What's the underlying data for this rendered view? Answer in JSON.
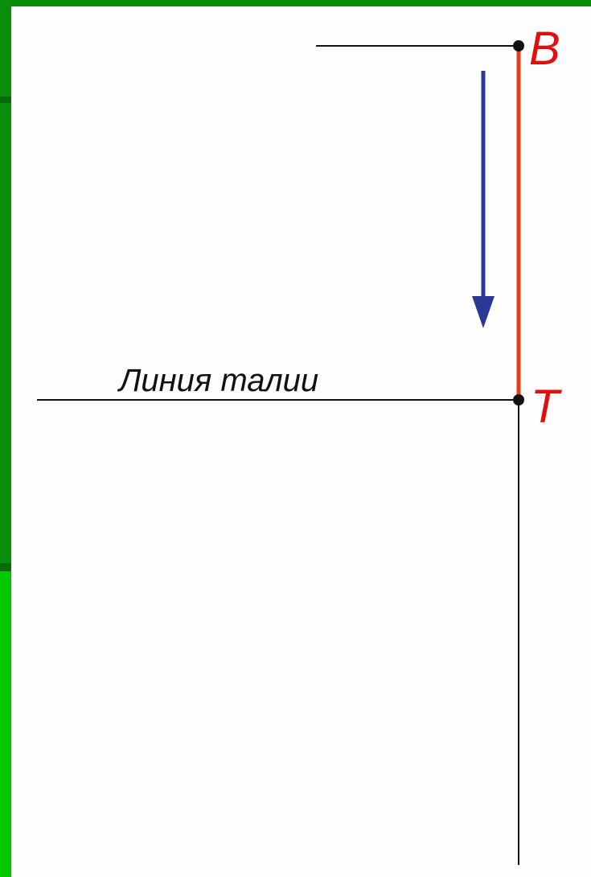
{
  "diagram": {
    "points": {
      "top": "В",
      "waist": "Т"
    },
    "waist_line_label": "Линия талии",
    "colors": {
      "background": "#fdfdfd",
      "frame_green": "#0b8e0b",
      "frame_light_green": "#00c800",
      "segment": "#e0401a",
      "arrow": "#2b3896",
      "lines": "#111111",
      "labels": "#e01010"
    }
  }
}
